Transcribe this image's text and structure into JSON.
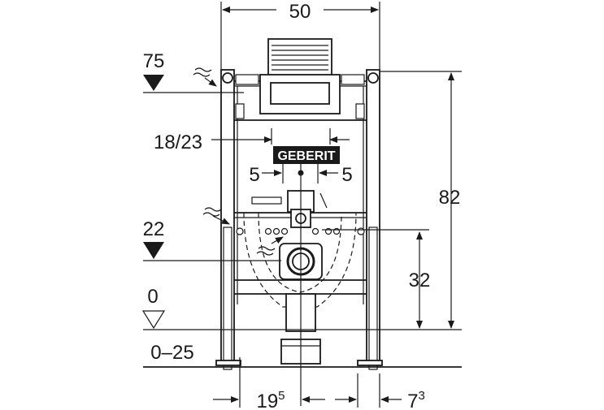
{
  "dimensions": {
    "width_top": "50",
    "level_flush": "75",
    "height_total": "82",
    "between_outlets": "18/23",
    "offset_left": "5",
    "offset_right": "5",
    "level_supply": "22",
    "height_outlet": "32",
    "floor_level": "0",
    "floor_range": "0–25",
    "axis_left_main": "19",
    "axis_left_sup": "5",
    "foot_offset_main": "7",
    "foot_offset_sup": "3"
  },
  "brand": {
    "logo_text": "GEBERIT"
  }
}
